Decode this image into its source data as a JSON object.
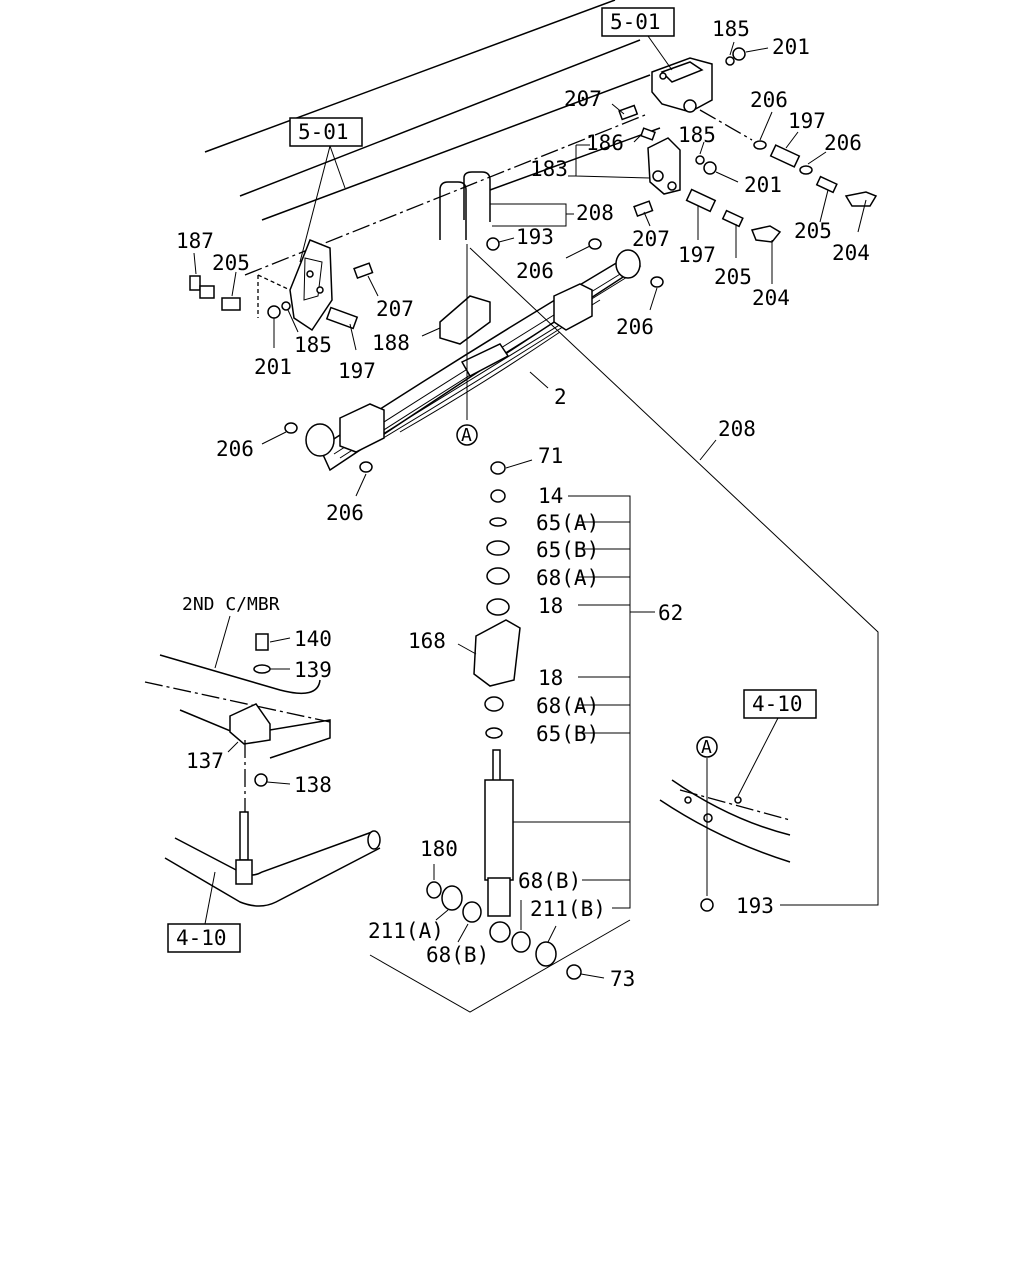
{
  "references": {
    "ref_top": "5-01",
    "ref_left": "5-01",
    "ref_right": "4-10",
    "ref_bottom_left": "4-10"
  },
  "note": "2ND C/MBR",
  "callout_a": "A",
  "labels": {
    "p185_top": "185",
    "p201_top": "201",
    "p207_top": "207",
    "p206_r1": "206",
    "p197_top": "197",
    "p206_r2": "206",
    "p186": "186",
    "p185_mid": "185",
    "p183": "183",
    "p201_mid": "201",
    "p205_r": "205",
    "p204_r": "204",
    "p208_ubolt": "208",
    "p193_top": "193",
    "p207_mid": "207",
    "p197_mid": "197",
    "p205_mid": "205",
    "p204_mid": "204",
    "p206_ta": "206",
    "p206_tb": "206",
    "p187": "187",
    "p205_left": "205",
    "p207_left": "207",
    "p201_left": "201",
    "p185_left": "185",
    "p188": "188",
    "p197_left": "197",
    "p2": "2",
    "p206_bl": "206",
    "p206_bb": "206",
    "p208_long": "208",
    "p71": "71",
    "p14": "14",
    "p65a_1": "65(A)",
    "p65b_1": "65(B)",
    "p68a_1": "68(A)",
    "p18_1": "18",
    "p62": "62",
    "p168": "168",
    "p18_2": "18",
    "p68a_2": "68(A)",
    "p65b_2": "65(B)",
    "p140": "140",
    "p139": "139",
    "p137": "137",
    "p138": "138",
    "p180": "180",
    "p68b_1": "68(B)",
    "p211b": "211(B)",
    "p211a": "211(A)",
    "p68b_2": "68(B)",
    "p73": "73",
    "p193_bottom": "193"
  }
}
